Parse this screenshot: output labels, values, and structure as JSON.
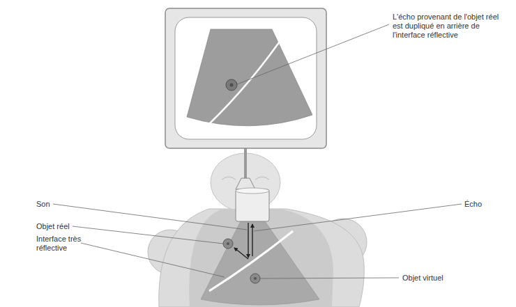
{
  "diagram": {
    "labels": [
      "L'écho provenant de l'objet réel est dupliqué en arrière de l'interface réflective",
      "Son",
      "Objet réel",
      "Interface très réflective",
      "Écho",
      "Objet virtuel"
    ]
  }
}
